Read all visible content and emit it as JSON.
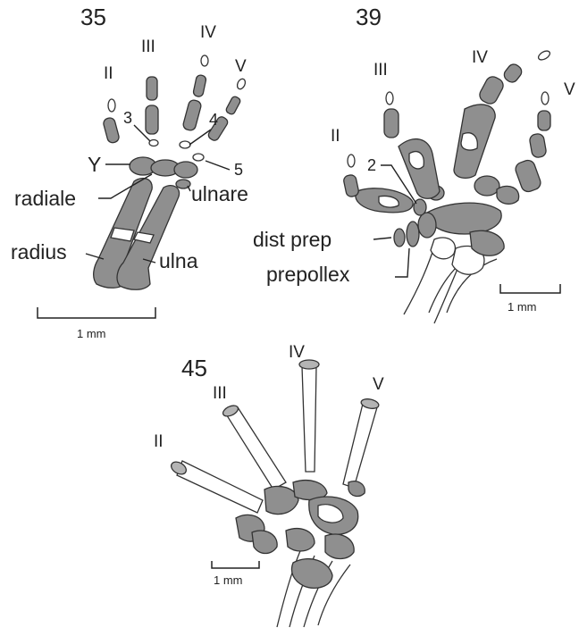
{
  "stage35": {
    "number": "35",
    "digits": {
      "II": "II",
      "III": "III",
      "IV": "IV",
      "V": "V"
    },
    "carpals": {
      "c3": "3",
      "c4": "4",
      "c5": "5",
      "y": "Y"
    },
    "labels": {
      "radiale": "radiale",
      "ulnare": "ulnare",
      "radius": "radius",
      "ulna": "ulna"
    },
    "scale": "1 mm"
  },
  "stage39": {
    "number": "39",
    "digits": {
      "II": "II",
      "III": "III",
      "IV": "IV",
      "V": "V"
    },
    "carpals": {
      "c2": "2"
    },
    "labels": {
      "dist_prep": "dist prep",
      "prepollex": "prepollex"
    },
    "scale": "1 mm"
  },
  "stage45": {
    "number": "45",
    "digits": {
      "II": "II",
      "III": "III",
      "IV": "IV",
      "V": "V"
    },
    "scale": "1 mm"
  }
}
